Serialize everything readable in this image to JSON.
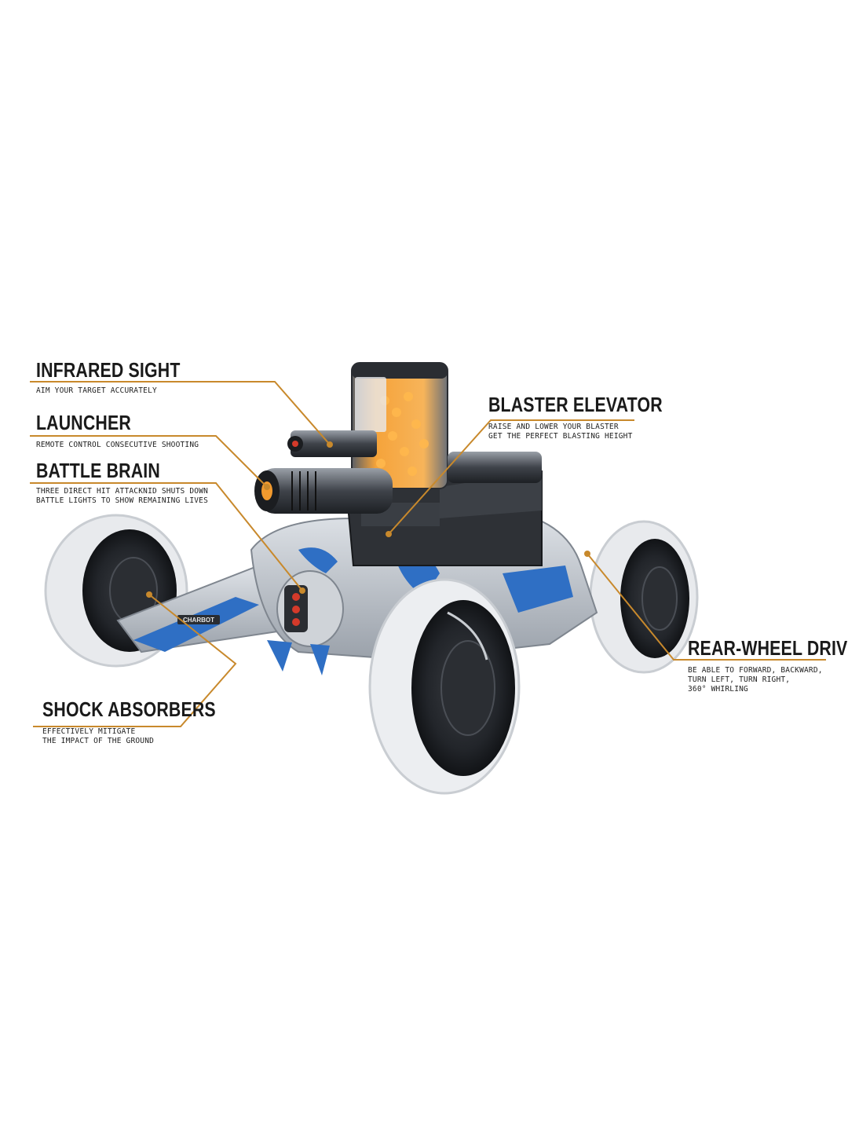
{
  "colors": {
    "accent": "#c8892c",
    "background": "#ffffff",
    "tire": "#e9ebee",
    "body_silver": "#b9bec5",
    "body_blue": "#2f6fc4",
    "tank_orange": "#f29a2e"
  },
  "image": {
    "description": "remote control water-bead battle car with labelled features",
    "vehicle_badge": "CHARBOT"
  },
  "callouts": [
    {
      "id": "infrared-sight",
      "title": "INFRARED SIGHT",
      "desc": [
        "AIM YOUR TARGET ACCURATELY"
      ]
    },
    {
      "id": "launcher",
      "title": "LAUNCHER",
      "desc": [
        "REMOTE CONTROL CONSECUTIVE SHOOTING"
      ]
    },
    {
      "id": "battle-brain",
      "title": "BATTLE BRAIN",
      "desc": [
        "THREE DIRECT HIT ATTACKNID SHUTS DOWN",
        "BATTLE LIGHTS TO SHOW REMAINING LIVES"
      ]
    },
    {
      "id": "blaster-elevator",
      "title": "BLASTER ELEVATOR",
      "desc": [
        "RAISE AND  LOWER YOUR BLASTER",
        "GET THE PERFECT BLASTING HEIGHT"
      ]
    },
    {
      "id": "rear-wheel-drive",
      "title": "REAR-WHEEL DRIVE",
      "desc": [
        "BE ABLE TO FORWARD, BACKWARD,",
        "TURN LEFT, TURN RIGHT,",
        "360° WHIRLING"
      ]
    },
    {
      "id": "shock-absorbers",
      "title": "SHOCK ABSORBERS",
      "desc": [
        "EFFECTIVELY MITIGATE",
        "THE IMPACT OF THE GROUND"
      ]
    }
  ]
}
